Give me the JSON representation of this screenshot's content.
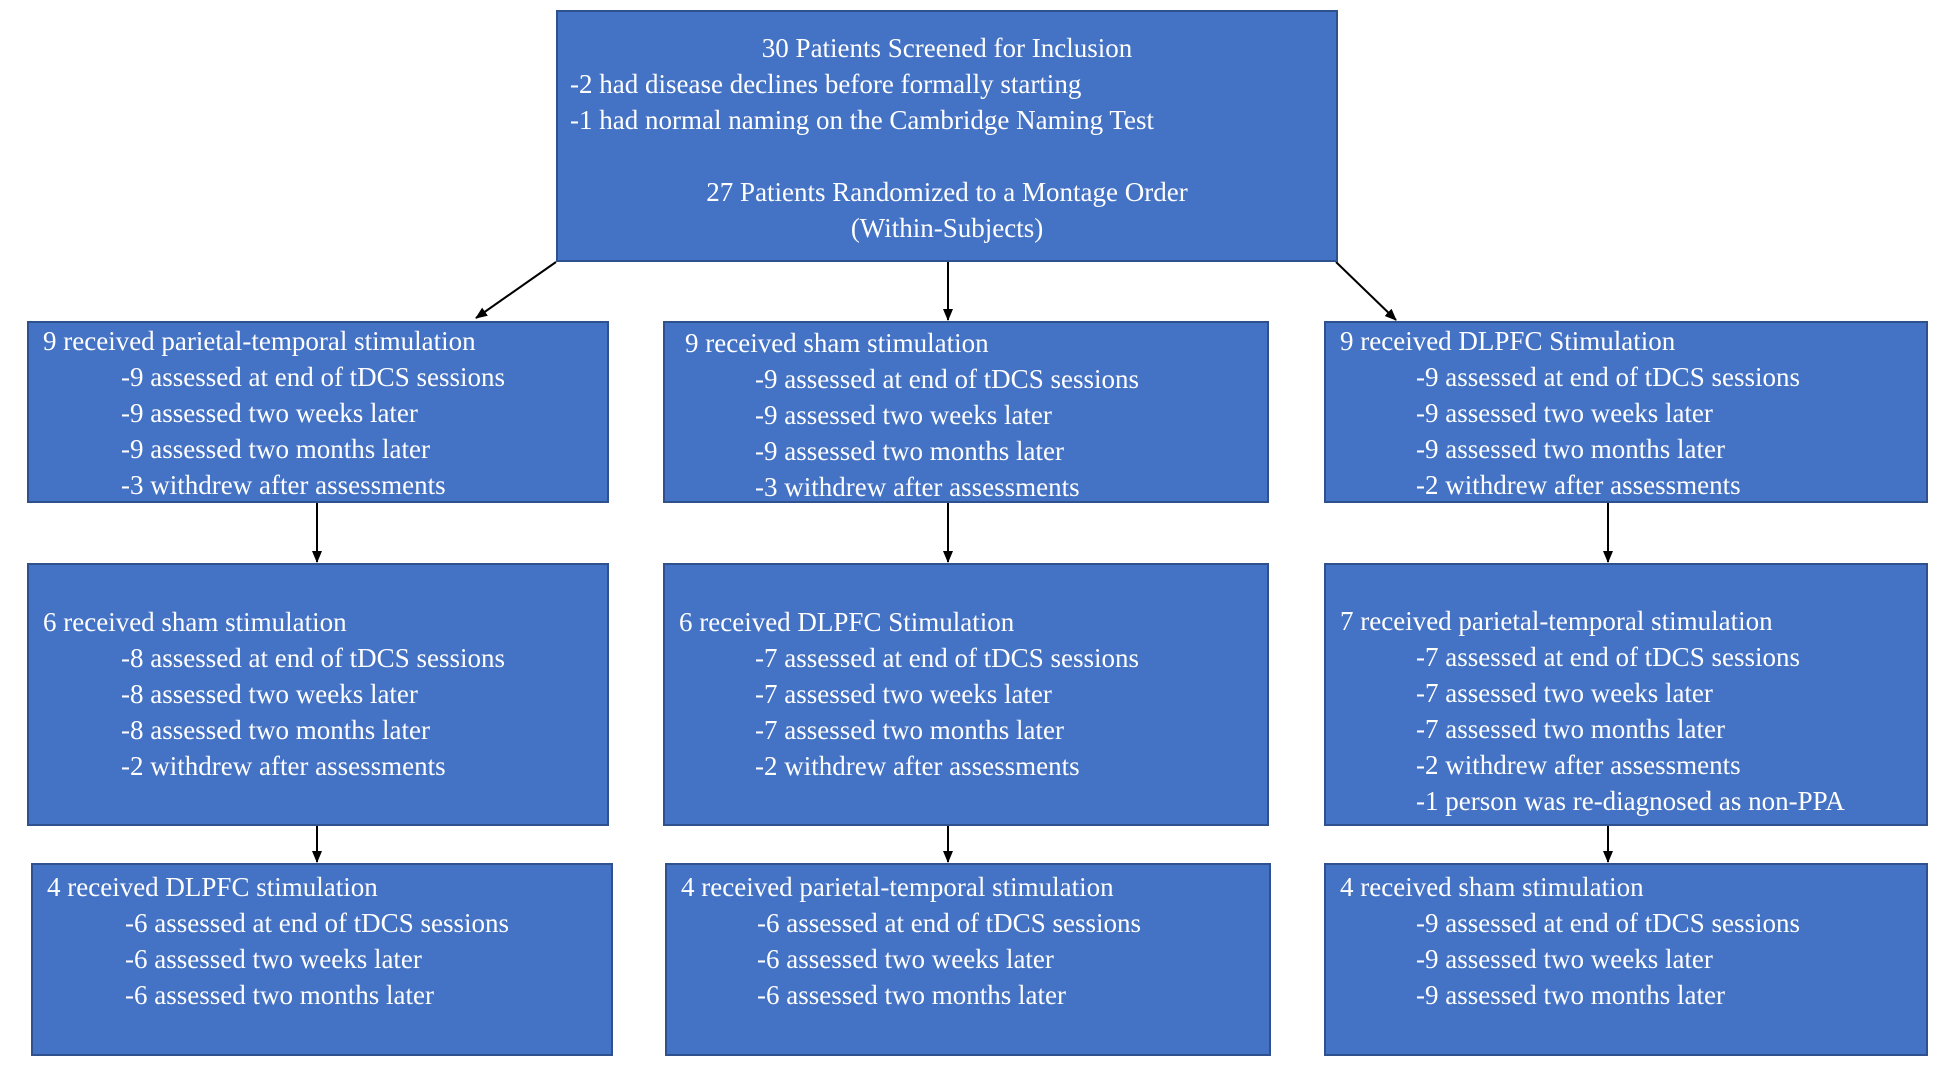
{
  "screening": {
    "title": "30 Patients Screened for Inclusion",
    "exclusions": [
      "-2 had disease declines before formally  starting",
      "-1 had normal naming  on the Cambridge Naming  Test"
    ],
    "randomized": "27 Patients Randomized to a Montage Order",
    "design": "(Within-Subjects)"
  },
  "columns": [
    {
      "stages": [
        {
          "header": "9 received parietal-temporal  stimulation",
          "items": [
            "-9 assessed at end of tDCS sessions",
            "-9 assessed two weeks later",
            "-9 assessed two months later",
            "-3 withdrew  after assessments"
          ]
        },
        {
          "header": "6 received sham stimulation",
          "items": [
            "-8 assessed at end of tDCS sessions",
            "-8 assessed two weeks later",
            "-8 assessed two months later",
            "-2 withdrew  after assessments"
          ]
        },
        {
          "header": "4 received DLPFC stimulation",
          "items": [
            "-6 assessed at end of tDCS sessions",
            "-6 assessed two weeks later",
            "-6 assessed two months later"
          ]
        }
      ]
    },
    {
      "stages": [
        {
          "header": "9 received sham stimulation",
          "items": [
            "-9 assessed at end of tDCS sessions",
            "-9 assessed two weeks later",
            "-9 assessed two months later",
            "-3 withdrew  after assessments"
          ]
        },
        {
          "header": "6 received DLPFC Stimulation",
          "items": [
            "-7 assessed at end of tDCS sessions",
            "-7 assessed two weeks later",
            "-7 assessed two months later",
            "-2 withdrew  after assessments"
          ]
        },
        {
          "header": "4 received parietal-temporal  stimulation",
          "items": [
            "-6 assessed at end of tDCS sessions",
            "-6 assessed two weeks later",
            "-6 assessed two months later"
          ]
        }
      ]
    },
    {
      "stages": [
        {
          "header": "9 received DLPFC Stimulation",
          "items": [
            "-9 assessed at end of tDCS sessions",
            "-9 assessed two weeks later",
            "-9 assessed two months later",
            "-2 withdrew  after assessments"
          ]
        },
        {
          "header": "7 received parietal-temporal  stimulation",
          "items": [
            "-7 assessed at end of tDCS sessions",
            "-7 assessed two weeks later",
            "-7 assessed two months later",
            "-2 withdrew  after assessments",
            "-1 person was re-diagnosed as non-PPA"
          ]
        },
        {
          "header": "4 received sham stimulation",
          "items": [
            "-9 assessed at end of tDCS sessions",
            "-9 assessed two weeks later",
            "-9 assessed two months later"
          ]
        }
      ]
    }
  ],
  "colors": {
    "box_fill": "#4472c4",
    "box_border": "#2f528f",
    "text": "#ffffff",
    "arrow": "#000000"
  }
}
